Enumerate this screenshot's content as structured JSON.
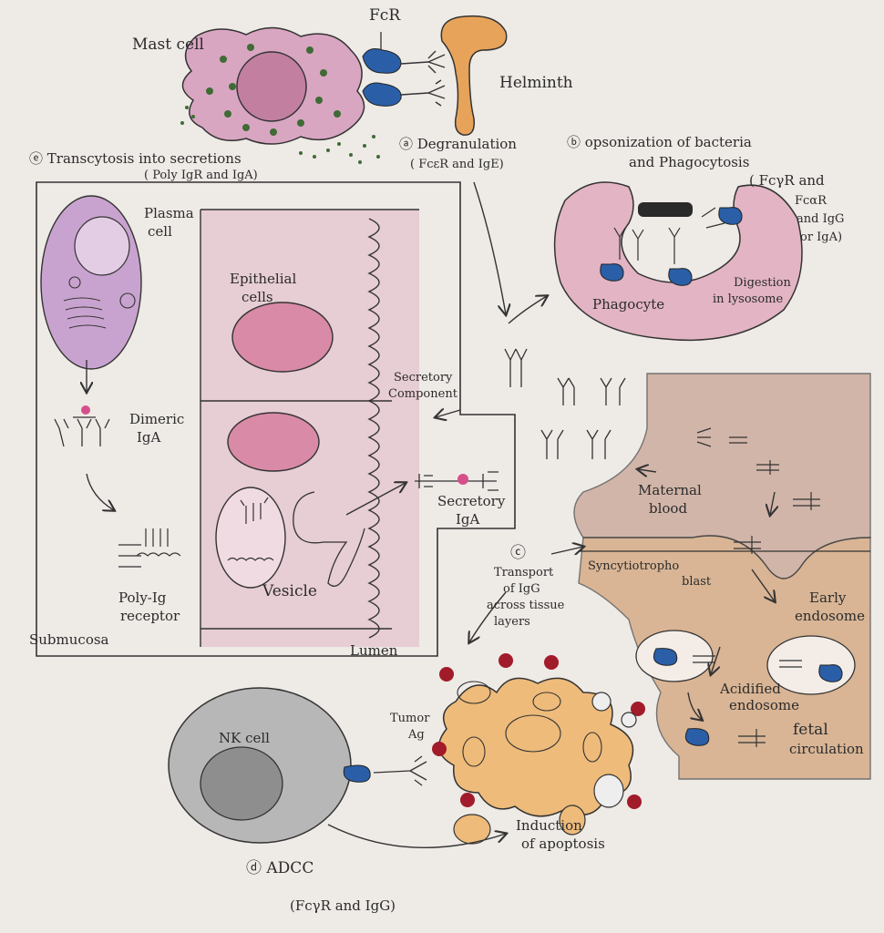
{
  "labels": {
    "mast_cell": "Mast cell",
    "fcr": "FcR",
    "helminth": "Helminth",
    "panel_a_title_1": "ⓐ Degranulation",
    "panel_a_title_2": "( FcεR and IgE)",
    "panel_b_title_1": "ⓑ opsonization of bacteria",
    "panel_b_title_2": "and Phagocytosis",
    "panel_b_receptors_1": "( FcγR and",
    "panel_b_receptors_2": "FcαR",
    "panel_b_receptors_3": "and IgG",
    "panel_b_receptors_4": "or IgA)",
    "phagocyte": "Phagocyte",
    "digestion_1": "Digestion",
    "digestion_2": "in lysosome",
    "panel_e_title_1": "ⓔ Transcytosis into secretions",
    "panel_e_title_2": "( Poly IgR and IgA)",
    "plasma_cell_1": "Plasma",
    "plasma_cell_2": "cell",
    "epithelial_cells_1": "Epithelial",
    "epithelial_cells_2": "cells",
    "dimeric_iga_1": "Dimeric",
    "dimeric_iga_2": "IgA",
    "secretory_component_1": "Secretory",
    "secretory_component_2": "Component",
    "secretory_iga_1": "Secretory",
    "secretory_iga_2": "IgA",
    "vesicle": "Vesicle",
    "poly_ig_receptor_1": "Poly-Ig",
    "poly_ig_receptor_2": "receptor",
    "submucosa": "Submucosa",
    "lumen": "Lumen",
    "panel_c_marker": "ⓒ",
    "panel_c_title_1": "Transport",
    "panel_c_title_2": "of IgG",
    "panel_c_title_3": "across tissue",
    "panel_c_title_4": "layers",
    "maternal_blood_1": "Maternal",
    "maternal_blood_2": "blood",
    "syncytiotrophoblast_1": "Syncytiotropho",
    "syncytiotrophoblast_2": "blast",
    "early_endosome_1": "Early",
    "early_endosome_2": "endosome",
    "acidified_endosome_1": "Acidified",
    "acidified_endosome_2": "endosome",
    "fetal_circulation_1": "fetal",
    "fetal_circulation_2": "circulation",
    "nk_cell": "NK cell",
    "tumor_ag_1": "Tumor",
    "tumor_ag_2": "Ag",
    "induction_apoptosis_1": "Induction",
    "induction_apoptosis_2": "of apoptosis",
    "panel_d_title_1": "ⓓ ADCC",
    "panel_d_title_2": "(FcγR and IgG)"
  },
  "colors": {
    "receptor_blue": "#2a5fa8",
    "mast_cell_pink": "#d9a6c2",
    "helminth_orange": "#e8a35a",
    "plasma_purple": "#c9a3cf",
    "epithelial_pink": "#e2b4c4",
    "nucleus_pink": "#d98aa6",
    "placenta_brown": "#c49a8a",
    "syncytio_orange": "#cf9a6a",
    "nk_gray": "#b7b7b7",
    "tumor_orange": "#eebb7a",
    "tumor_antigen_red": "#a11b2a",
    "granule_green": "#3f6b35"
  }
}
